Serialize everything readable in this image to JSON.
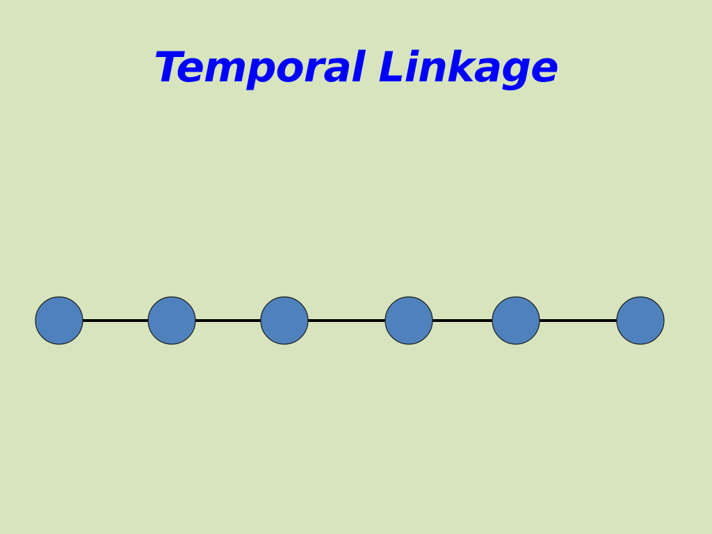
{
  "slide": {
    "title": "Temporal Linkage",
    "background_color": "#d7e4bd",
    "title_color": "#0000ff"
  },
  "diagram": {
    "node_count": 6,
    "node_fill": "#4f81bd",
    "node_stroke": "#1a1a1a",
    "edge_color": "#000000",
    "links": [
      [
        0,
        1
      ],
      [
        1,
        2
      ],
      [
        2,
        3
      ],
      [
        3,
        4
      ],
      [
        4,
        5
      ]
    ]
  }
}
